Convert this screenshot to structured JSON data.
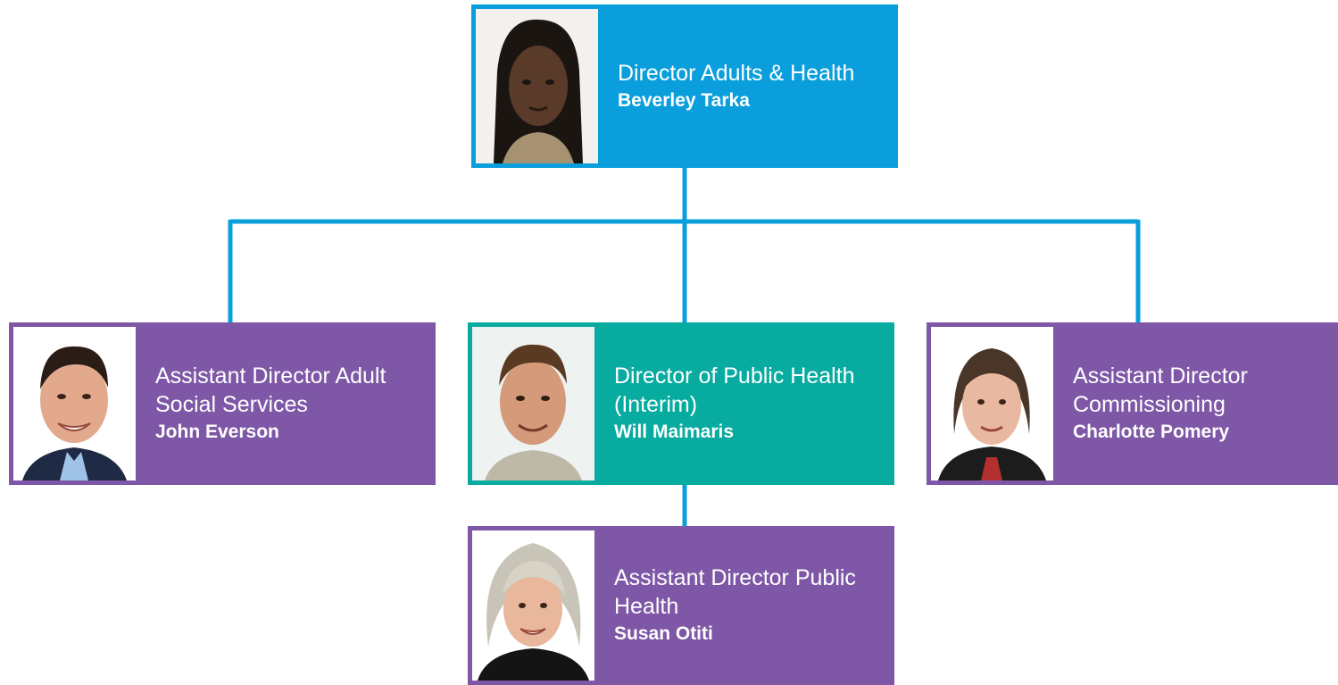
{
  "colors": {
    "connector": "#0a9fdc",
    "director": "#0a9fdc",
    "assistant": "#7e57a6",
    "public_health": "#07ab9f"
  },
  "people": {
    "director": {
      "role": "Director Adults & Health",
      "name": "Beverley Tarka",
      "photo": "portrait-photo"
    },
    "adult_social": {
      "role": "Assistant Director Adult Social Services",
      "name": "John Everson",
      "photo": "portrait-photo"
    },
    "public_health": {
      "role": "Director of Public Health (Interim)",
      "name": "Will Maimaris",
      "photo": "portrait-photo"
    },
    "commissioning": {
      "role": "Assistant Director Commissioning",
      "name": "Charlotte Pomery",
      "photo": "portrait-photo"
    },
    "ad_public_health": {
      "role": "Assistant Director Public Health",
      "name": "Susan Otiti",
      "photo": "portrait-photo"
    }
  }
}
